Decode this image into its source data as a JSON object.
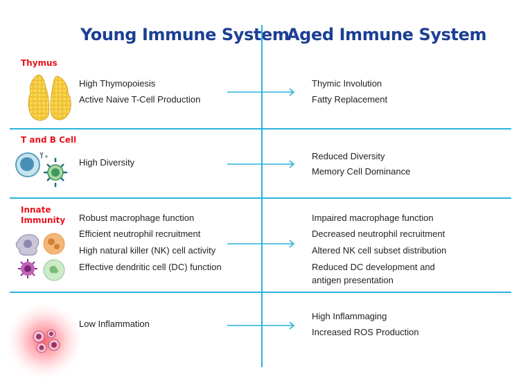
{
  "headers": {
    "young": "Young Immune System",
    "aged": "Aged Immune System"
  },
  "rows": [
    {
      "category": "Thymus",
      "icon": "thymus-icon",
      "young": [
        "High Thymopoiesis",
        "Active Naive T-Cell Production"
      ],
      "aged": [
        "Thymic Involution",
        "Fatty Replacement"
      ]
    },
    {
      "category": "T and B Cell",
      "icon": "lymphocytes-icon",
      "young": [
        "High Diversity"
      ],
      "aged": [
        "Reduced Diversity",
        "Memory Cell Dominance"
      ]
    },
    {
      "category_lines": [
        "Innate",
        "Immunity"
      ],
      "icon": "innate-cells-icon",
      "young": [
        "Robust macrophage function",
        "Efficient neutrophil recruitment",
        "High natural killer (NK) cell activity",
        "Effective dendritic cell (DC) function"
      ],
      "aged": [
        "Impaired macrophage function",
        "Decreased neutrophil recruitment",
        "Altered NK cell subset distribution",
        "Reduced DC development and",
        "antigen presentation"
      ]
    },
    {
      "category": "",
      "icon": "inflammation-icon",
      "young": [
        "Low Inflammation"
      ],
      "aged": [
        "High Inflammaging",
        "Increased ROS Production"
      ]
    }
  ],
  "colors": {
    "header": "#1c3f94",
    "category": "#e8141c",
    "line": "#2bb2dd",
    "text": "#222222"
  }
}
